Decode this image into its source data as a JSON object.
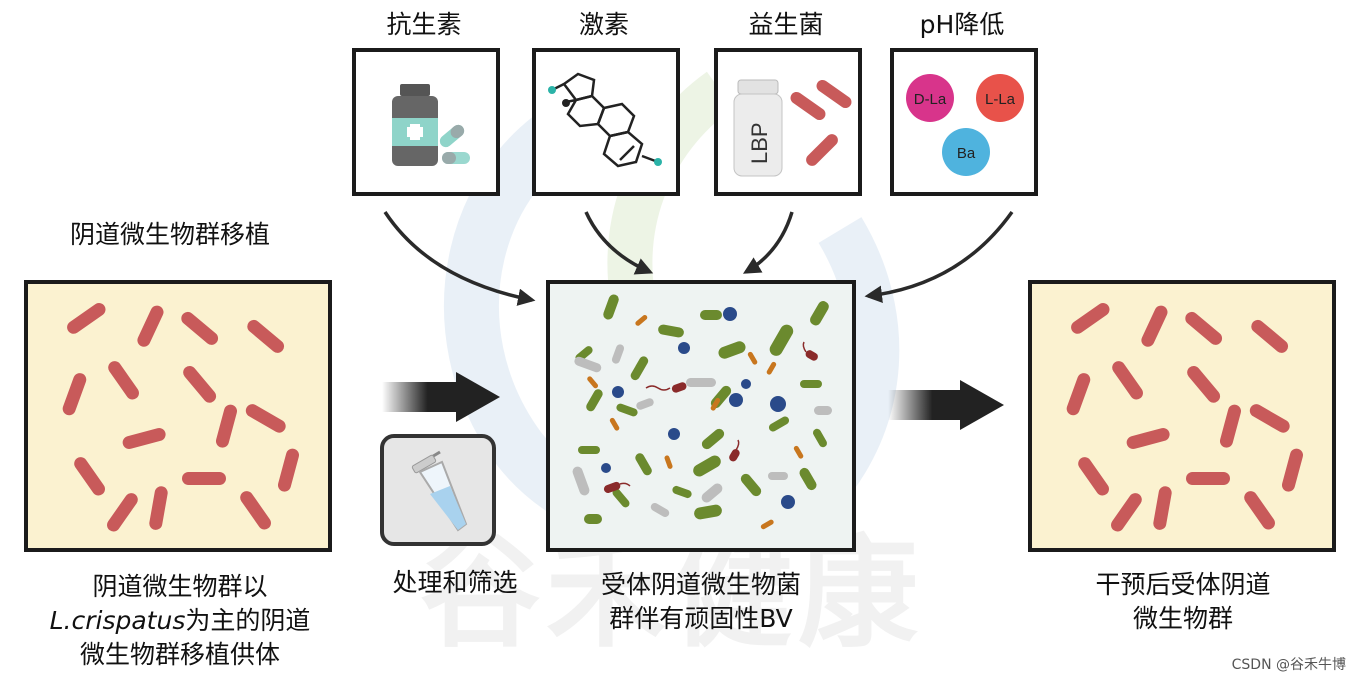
{
  "top_labels": {
    "antibiotic": "抗生素",
    "hormone": "激素",
    "probiotic": "益生菌",
    "ph": "pH降低"
  },
  "lbp_text": "LBP",
  "circles": {
    "dla": "D-La",
    "lla": "L-La",
    "ba": "Ba"
  },
  "left": {
    "title": "阴道微生物群移植",
    "caption_line1": "阴道微生物群以",
    "caption_italic": "L.crispatus",
    "caption_line2_rest": "为主的阴道",
    "caption_line3": "微生物群移植供体"
  },
  "process_label": "处理和筛选",
  "center_caption": {
    "line1": "受体阴道微生物菌",
    "line2": "群伴有顽固性BV"
  },
  "right_caption": {
    "line1": "干预后受体阴道",
    "line2": "微生物群"
  },
  "watermark": "谷禾健康",
  "credit": "CSDN @谷禾牛博",
  "colors": {
    "bacteria_red": "#c85a5a",
    "cream_bg": "#fbf2d0",
    "green": "#6b8a2e",
    "navy": "#2a4a8a",
    "orange": "#c8761e"
  }
}
